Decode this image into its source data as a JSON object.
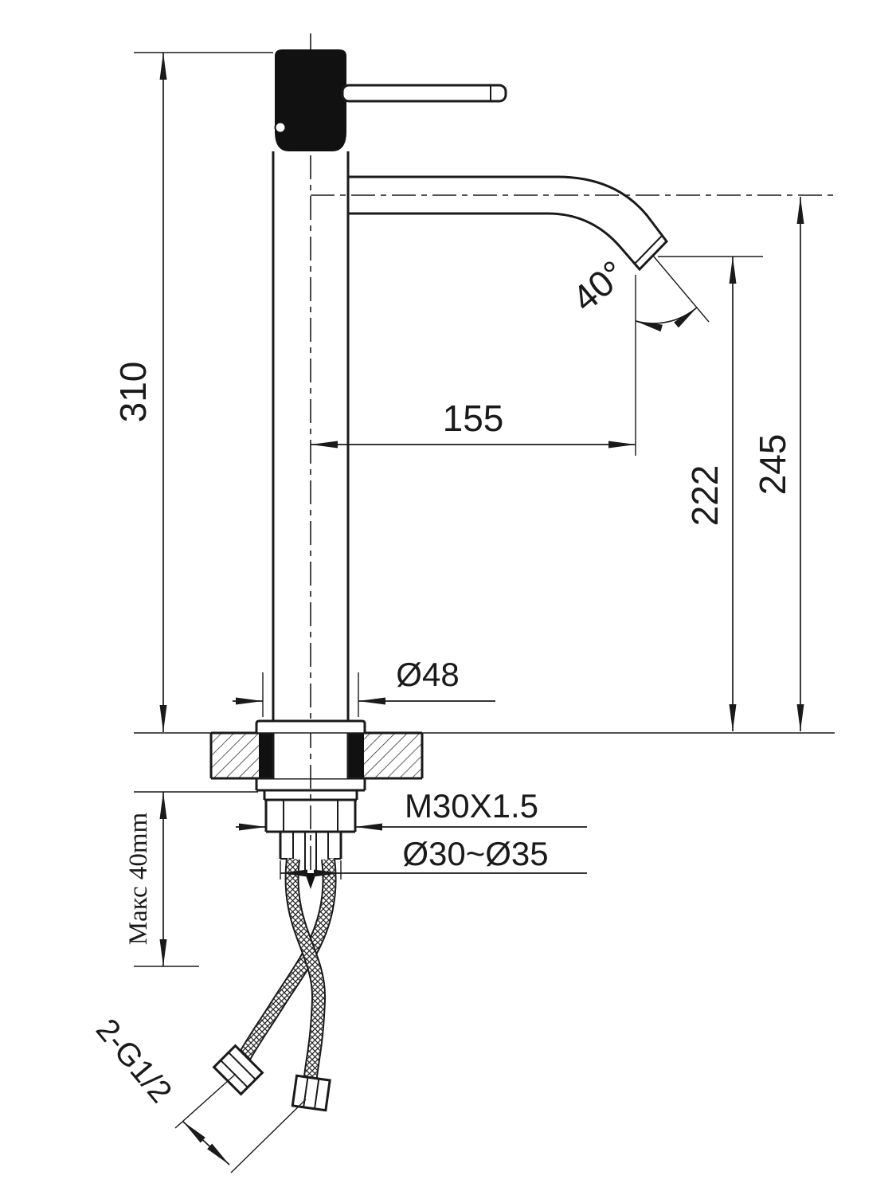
{
  "colors": {
    "line": "#1a1a1a",
    "fill_black": "#111111",
    "background": "#ffffff"
  },
  "dimensions": {
    "total_height": "310",
    "spout_reach": "155",
    "spout_angle": "40°",
    "outlet_height": "222",
    "spout_height": "245",
    "body_diameter": "Ø48",
    "mounting_thread": "M30X1.5",
    "mounting_hole": "Ø30~Ø35",
    "max_deck_thickness": "Макс 40mm",
    "hose_connection": "2-G1/2"
  }
}
